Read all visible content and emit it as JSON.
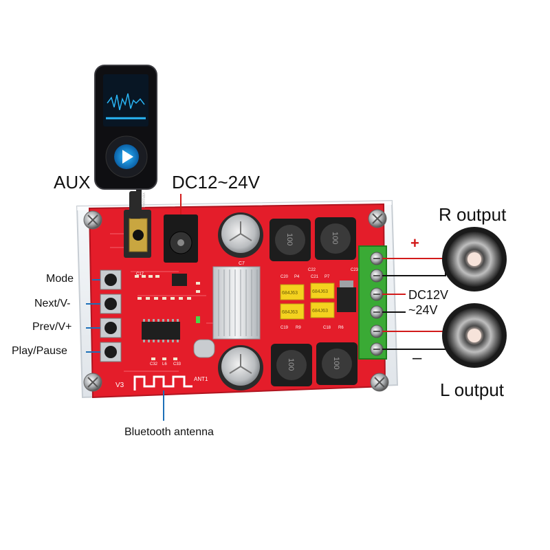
{
  "labels": {
    "aux": "AUX",
    "dc_input": "DC12~24V",
    "r_output": "R output",
    "l_output": "L output",
    "dc_terminal_line1": "DC12V",
    "dc_terminal_line2": "~24V",
    "plus_sign": "+",
    "minus_sign": "–",
    "mode": "Mode",
    "next": "Next/V-",
    "prev": "Prev/V+",
    "play": "Play/Pause",
    "bluetooth_antenna": "Bluetooth antenna"
  },
  "board": {
    "pcb_version": "V3",
    "antenna_mark": "ANT1",
    "capacitor_mark": "C7",
    "inductor_marks": [
      "100",
      "100",
      "100",
      "100"
    ],
    "film_cap_marks": [
      "684J63",
      "684J63",
      "684J63",
      "684J63"
    ],
    "silkscreen": [
      "C20",
      "P4",
      "C21",
      "P7",
      "C22",
      "C23",
      "C19",
      "C18",
      "R9",
      "C32",
      "L6",
      "C33",
      "C17",
      "R6"
    ],
    "cable_brand": "Remax"
  },
  "colors": {
    "pcb_red": "#e41d2a",
    "terminal_green": "#3aaa35",
    "leader_blue": "#1c6fb8",
    "leader_red": "#d21a1a",
    "acrylic": "#eef1f4"
  }
}
